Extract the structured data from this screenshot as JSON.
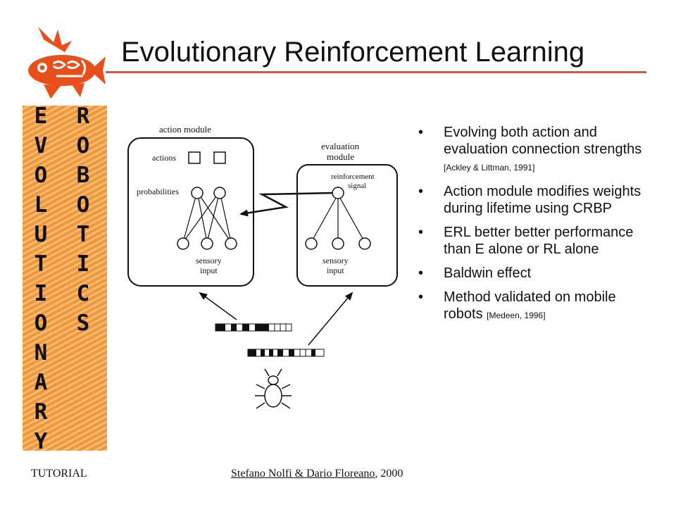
{
  "slide": {
    "title": "Evolutionary Reinforcement Learning",
    "accent_color": "#e8531f"
  },
  "sidebar": {
    "logo": "fish-logo-icon",
    "left_column": [
      "E",
      "V",
      "O",
      "L",
      "U",
      "T",
      "I",
      "O",
      "N",
      "A",
      "R",
      "Y"
    ],
    "right_column": [
      "R",
      "O",
      "B",
      "O",
      "T",
      "I",
      "C",
      "S"
    ],
    "stripe_color": "#f3a54e"
  },
  "figure": {
    "action_module_label": "action module",
    "evaluation_module_label_1": "evaluation",
    "evaluation_module_label_2": "module",
    "actions_label": "actions",
    "probabilities_label": "probabilities",
    "reinforcement_label_1": "reinforcement",
    "reinforcement_label_2": "signal",
    "sensory_label_1": "sensory",
    "sensory_label_2": "input",
    "eval_sensory_label_1": "sensory",
    "eval_sensory_label_2": "input"
  },
  "bullets": [
    {
      "text": "Evolving both action and evaluation connection strengths",
      "cite": "[Ackley & Littman, 1991]"
    },
    {
      "text": "Action module modifies weights during lifetime using CRBP",
      "cite": ""
    },
    {
      "text": "ERL better better performance than E alone or RL alone",
      "cite": ""
    },
    {
      "text": "Baldwin effect",
      "cite": ""
    },
    {
      "text": "Method validated on mobile robots",
      "cite": "[Medeen, 1996]"
    }
  ],
  "bullet_marker": "•",
  "footer": {
    "left": "TUTORIAL",
    "authors": "Stefano Nolfi & Dario Floreano",
    "year": ", 2000"
  }
}
